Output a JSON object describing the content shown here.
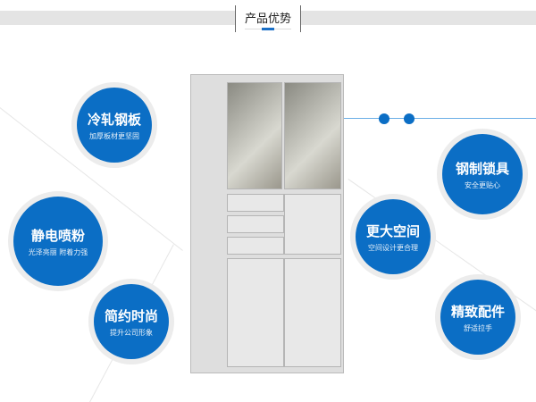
{
  "header": {
    "title": "产品优势"
  },
  "features": [
    {
      "title": "冷轧钢板",
      "subtitle": "加厚板材更坚固"
    },
    {
      "title": "静电喷粉",
      "subtitle": "光泽亮丽 附着力强"
    },
    {
      "title": "简约时尚",
      "subtitle": "提升公司形象"
    },
    {
      "title": "钢制锁具",
      "subtitle": "安全更贴心"
    },
    {
      "title": "更大空间",
      "subtitle": "空间设计更合理"
    },
    {
      "title": "精致配件",
      "subtitle": "舒适拉手"
    }
  ],
  "colors": {
    "accent": "#0b6ec5",
    "ring": "#ececec"
  }
}
